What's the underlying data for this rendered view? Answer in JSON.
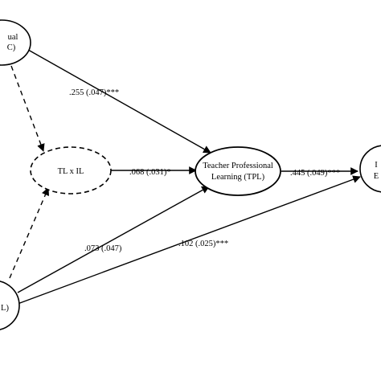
{
  "nodes": {
    "top_left": {
      "line1": "ual",
      "line2": "C)"
    },
    "interaction": {
      "label": "TL x IL"
    },
    "tpl": {
      "line1": "Teacher Professional",
      "line2": "Learning (TPL)"
    },
    "bottom_left": {
      "label": "L)"
    },
    "right": {
      "line1": "I",
      "line2": "E"
    }
  },
  "paths": {
    "top_to_tpl": ".255 (.047)***",
    "interaction_to_tpl": ".068 (.031)*",
    "bottom_to_tpl": ".073 (.047)",
    "bottom_to_right": ".102 (.025)***",
    "tpl_to_right": ".445 (.049)***"
  }
}
